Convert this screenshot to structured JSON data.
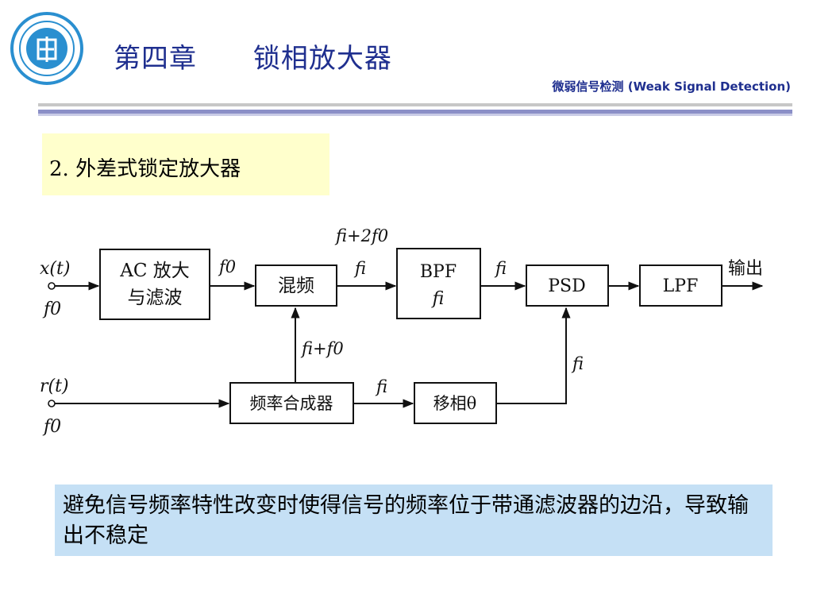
{
  "header": {
    "chapter_title": "第四章      锁相放大器",
    "course_title": "微弱信号检测  (Weak Signal Detection)"
  },
  "section": {
    "title": "2. 外差式锁定放大器"
  },
  "diagram": {
    "inputs": {
      "x_signal": "x(t)",
      "x_freq": "f0",
      "r_signal": "r(t)",
      "r_freq": "f0"
    },
    "blocks": {
      "ac_amp_line1": "AC 放大",
      "ac_amp_line2": "与滤波",
      "mixer": "混频",
      "bpf_line1": "BPF",
      "bpf_line2": "fi",
      "psd": "PSD",
      "lpf": "LPF",
      "synth": "频率合成器",
      "phase_shift": "移相θ"
    },
    "signals": {
      "amp_to_mixer": "f0",
      "mixer_sum": "fi+2f0",
      "mixer_out": "fi",
      "bpf_out": "fi",
      "synth_to_mixer": "fi+f0",
      "synth_to_phase": "fi",
      "phase_to_psd": "fi"
    },
    "output_label": "输出"
  },
  "note": {
    "text": "避免信号频率特性改变时使得信号的频率位于带通滤波器的边沿，导致输出不稳定"
  },
  "colors": {
    "title_blue": "#1f2f8f",
    "section_bg": "#ffffcc",
    "note_bg": "#c5e0f5",
    "logo_blue": "#2a8fd0"
  }
}
